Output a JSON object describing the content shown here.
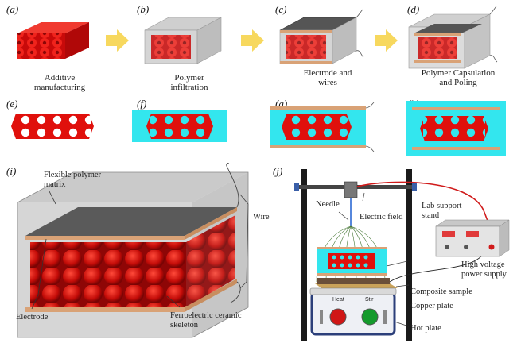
{
  "panels": {
    "a": {
      "label": "(a)",
      "caption": "Additive manufacturing"
    },
    "b": {
      "label": "(b)",
      "caption": "Polymer infiltration"
    },
    "c": {
      "label": "(c)",
      "caption": "Electrode and wires"
    },
    "d": {
      "label": "(d)",
      "caption": "Polymer Capsulation and Poling"
    },
    "e": {
      "label": "(e)"
    },
    "f": {
      "label": "(f)"
    },
    "g": {
      "label": "(g)"
    },
    "h": {
      "label": "(h)"
    },
    "i": {
      "label": "(i)"
    },
    "j": {
      "label": "(j)"
    }
  },
  "panel_i": {
    "matrix_label": "Flexible polymer matrix",
    "wire_label": "Wire",
    "electrode_label": "Electrode",
    "skeleton_label": "Ferroelectric ceramic skeleton"
  },
  "panel_j": {
    "needle_label": "Needle",
    "field_label": "Electric field",
    "stand_label": "Lab support stand",
    "supply_label": "High voltage power supply",
    "sample_label": "Composite sample",
    "copper_label": "Copper plate",
    "hotplate_label": "Hot plate",
    "heat_label": "Heat",
    "stir_label": "Stir"
  },
  "colors": {
    "ceramic": "#e0100c",
    "polymer": "#33e6ee",
    "copper": "#d9a276",
    "arrow": "#f7d85e",
    "wire": "#cc1f1f"
  }
}
